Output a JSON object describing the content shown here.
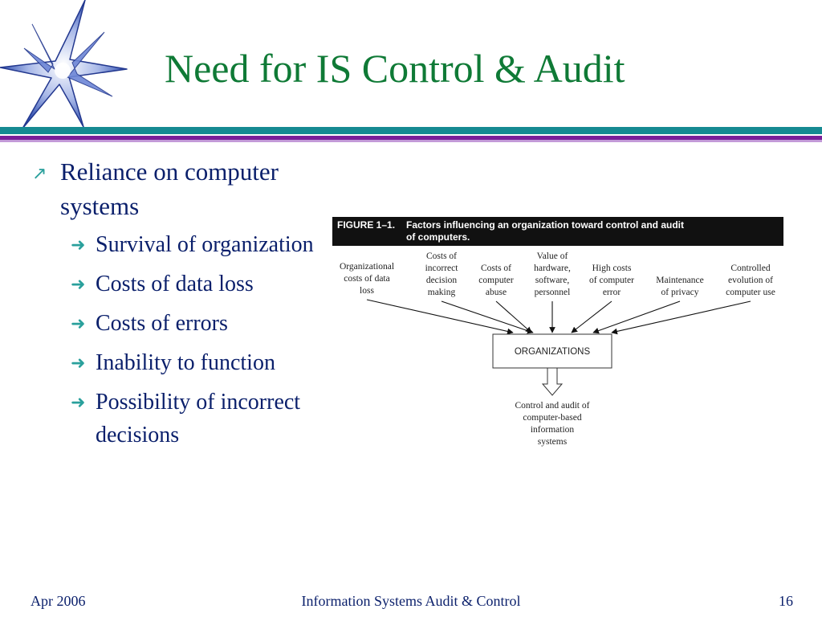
{
  "slide": {
    "title": "Need for IS Control & Audit",
    "bullet": "Reliance on computer systems",
    "sub_bullets": [
      "Survival of organization",
      "Costs of data loss",
      "Costs of errors",
      "Inability to function",
      "Possibility of incorrect decisions"
    ]
  },
  "figure": {
    "caption_label": "FIGURE 1–1.",
    "caption_text_line1": "Factors influencing an organization toward control and audit",
    "caption_text_line2": "of computers.",
    "factors": [
      [
        "Organizational",
        "costs of data",
        "loss"
      ],
      [
        "Costs of",
        "incorrect",
        "decision",
        "making"
      ],
      [
        "Costs of",
        "computer",
        "abuse"
      ],
      [
        "Value of",
        "hardware,",
        "software,",
        "personnel"
      ],
      [
        "High costs",
        "of computer",
        "error"
      ],
      [
        "Maintenance",
        "of privacy"
      ],
      [
        "Controlled",
        "evolution of",
        "computer use"
      ]
    ],
    "box_label": "ORGANIZATIONS",
    "result": [
      "Control and audit of",
      "computer-based",
      "information",
      "systems"
    ]
  },
  "footer": {
    "date": "Apr 2006",
    "center": "Information Systems Audit & Control",
    "page": "16"
  },
  "colors": {
    "title": "#0f7a36",
    "text": "#0a1f6b",
    "bullet_icon": "#2aa09c",
    "band_teal": "#168a92",
    "band_purple": "#7a1f9a",
    "star": "#3c5bb8"
  },
  "icons": {
    "bullet_l1": "arrow-up-right-icon",
    "bullet_l2": "arrow-right-icon",
    "decor": "star-icon"
  }
}
